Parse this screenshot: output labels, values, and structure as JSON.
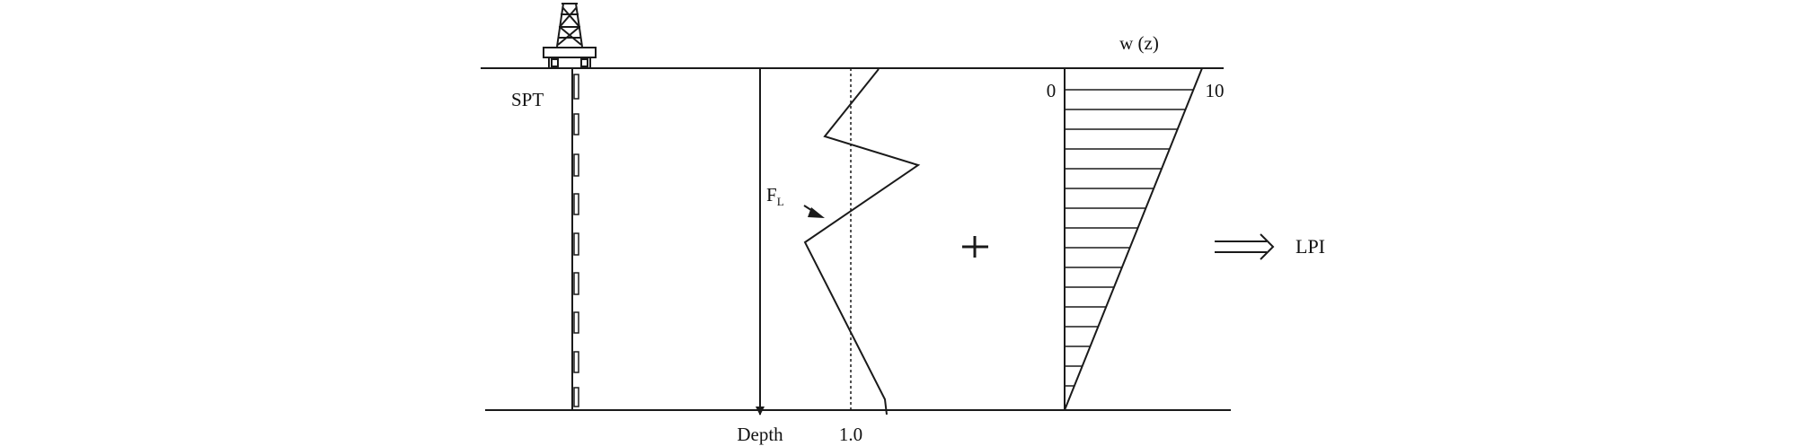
{
  "labels": {
    "spt": "SPT",
    "fl_main": "F",
    "fl_sub": "L",
    "depth": "Depth",
    "fl_threshold": "1.0",
    "weight_title": "w (z)",
    "weight_min": "0",
    "weight_max": "10",
    "plus": "+",
    "result": "LPI"
  },
  "colors": {
    "line": "#1a1a1a"
  }
}
